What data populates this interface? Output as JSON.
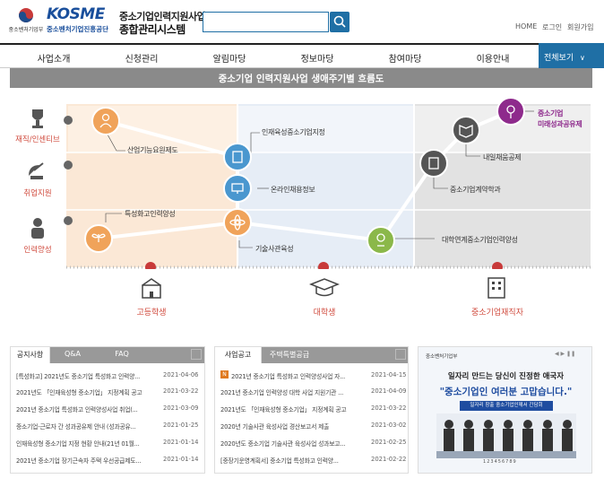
{
  "header": {
    "ministry": "중소벤처기업부",
    "kosme": "KOSME",
    "kosme_sub": "중소벤처기업진흥공단",
    "title1": "중소기업인력지원사업",
    "title2": "종합관리시스템",
    "search_value": "",
    "util": [
      "HOME",
      "로그인",
      "회원가입"
    ]
  },
  "nav": {
    "items": [
      "사업소개",
      "신청관리",
      "알림마당",
      "정보마당",
      "참여마당",
      "이용안내"
    ],
    "all": "전체보기"
  },
  "banner": "중소기업 인력지원사업 생애주기별 흐름도",
  "flow": {
    "rows": [
      "재직/인센티브",
      "취업지원",
      "인력양성"
    ],
    "stages": [
      "고등학생",
      "대학생",
      "중소기업재직자"
    ],
    "labels": {
      "a": "산업기능요원제도",
      "b": "인재육성중소기업지정",
      "c": "온라인채용정보",
      "d": "특성화고인력양성",
      "e": "기술사관육성",
      "f": "대학연계중소기업인력양성",
      "g": "중소기업계약학과",
      "h": "내일채움공제",
      "i": "중소기업",
      "i2": "미래성과공유제"
    }
  },
  "notice": {
    "tabs": [
      "공지사항",
      "Q&A",
      "FAQ"
    ],
    "items": [
      {
        "t": "[특성화고] 2021년도 중소기업 특성화고 인력양...",
        "d": "2021-04-06"
      },
      {
        "t": "2021년도 「인재육성형 중소기업」 지정계획 공고",
        "d": "2021-03-22"
      },
      {
        "t": "2021년 중소기업 특성화고 인력양성사업 취업(...",
        "d": "2021-03-09"
      },
      {
        "t": "중소기업-근로자 간 성과공유제 안내 (성과공유...",
        "d": "2021-01-25"
      },
      {
        "t": "인재육성형 중소기업 지정 현황 안내(21년 01월...",
        "d": "2021-01-14"
      },
      {
        "t": "2021년 중소기업 장기근속자 주택 우선공급제도...",
        "d": "2021-01-14"
      }
    ]
  },
  "biz": {
    "tabs": [
      "사업공고",
      "주택특별공급"
    ],
    "items": [
      {
        "t": "2021년 중소기업 특성화고 인력양성사업 자...",
        "d": "2021-04-15",
        "new": "N"
      },
      {
        "t": "2021년 중소기업 인력양성 대학 사업 지원기관 ...",
        "d": "2021-04-09"
      },
      {
        "t": "2021년도 「인재육성형 중소기업」 지정계획 공고",
        "d": "2021-03-22"
      },
      {
        "t": "2020년 기술사관 육성사업 경산보고서 제출",
        "d": "2021-03-02"
      },
      {
        "t": "2020년도 중소기업 기술사관 육성사업 성과보고...",
        "d": "2021-02-25"
      },
      {
        "t": "[중장기운영계획서] 중소기업 특성화고 인력양...",
        "d": "2021-02-22"
      }
    ]
  },
  "ad": {
    "ministry": "중소벤처기업부",
    "line1": "일자리 만드는 당신이 진정한 애국자",
    "line2": "\"중소기업인 여러분 고맙습니다.\"",
    "line3": "일자리 창출 중소기업인께서 간담회",
    "pages": [
      "1",
      "2",
      "3",
      "4",
      "5",
      "6",
      "7",
      "8",
      "9"
    ]
  },
  "colors": {
    "accent": "#1f6fa5",
    "red": "#d04b3e",
    "orange": "#f0a35a",
    "blue": "#4a97cf",
    "gray": "#666666",
    "purple": "#8e2a8c"
  }
}
